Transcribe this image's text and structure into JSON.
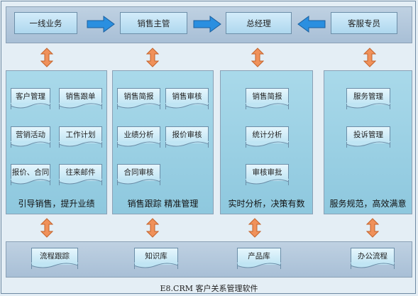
{
  "top": {
    "frontline": "一线业务",
    "sales_director": "销售主管",
    "general_manager": "总经理",
    "customer_service": "客服专员"
  },
  "columns": [
    {
      "items": [
        "客户管理",
        "销售跟单",
        "营销活动",
        "工作计划",
        "报价、合同",
        "往来邮件"
      ],
      "caption": "引导销售，提升业绩"
    },
    {
      "items": [
        "销售简报",
        "销售审核",
        "业绩分析",
        "报价审核",
        "合同审核"
      ],
      "caption": "销售跟踪  精准管理"
    },
    {
      "items": [
        "销售简报",
        "统计分析",
        "审核审批"
      ],
      "caption": "实时分析，决策有数"
    },
    {
      "items": [
        "服务管理",
        "投诉管理"
      ],
      "caption": "服务规范，高效满意"
    }
  ],
  "bottom": {
    "process": "流程跟踪",
    "knowledge": "知识库",
    "products": "产品库",
    "office": "办公流程"
  },
  "footer": "E8.CRM  客户关系管理软件",
  "colors": {
    "arrow_blue": "#2a8fe0",
    "arrow_orange": "#f0915a",
    "column_fill": "#a9d9ea",
    "panel_fill": "#b7cbdf"
  }
}
